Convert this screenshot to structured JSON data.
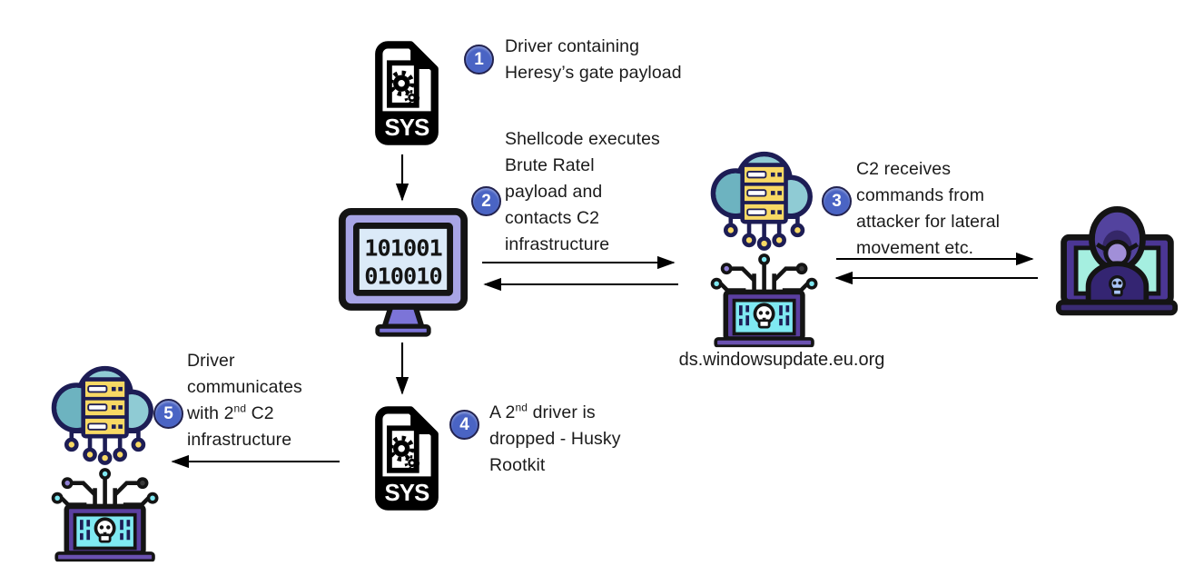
{
  "steps": {
    "step1": {
      "number": "1",
      "lines": [
        "Driver containing",
        "Heresy’s gate payload"
      ]
    },
    "step2": {
      "number": "2",
      "lines": [
        "Shellcode executes",
        "Brute Ratel",
        "payload and",
        "contacts C2",
        "infrastructure"
      ]
    },
    "step3": {
      "number": "3",
      "lines": [
        "C2 receives",
        "commands from",
        "attacker for lateral",
        "movement etc."
      ]
    },
    "step4": {
      "number": "4",
      "line1": {
        "pre": "A 2",
        "sup": "nd",
        "post": " driver is"
      },
      "lines": [
        "dropped - Husky",
        "Rootkit"
      ]
    },
    "step5": {
      "number": "5",
      "lines_before": [
        "Driver",
        "communicates"
      ],
      "line3": {
        "pre": "with 2",
        "sup": "nd",
        "post": " C2"
      },
      "lines_after": [
        "infrastructure"
      ]
    }
  },
  "c2_server": {
    "domain": "ds.windowsupdate.eu.org"
  },
  "icons": {
    "sys_file_label": "SYS",
    "monitor_code": [
      "101001",
      "010010"
    ],
    "names": {
      "sys_file": "sys-driver-file-icon",
      "infected_host": "binary-code-monitor-icon",
      "c2_infrastructure": "cloud-server-skull-laptop-icon",
      "attacker": "hooded-attacker-laptop-icon"
    }
  },
  "colors": {
    "badge_fill": "#4a64c4",
    "badge_border": "#23234f",
    "cloud": "#8fcbd4",
    "cloud_shadow": "#6db3c0",
    "server_rack": "#f8d964",
    "laptop_frame": "#5b3fa0",
    "laptop_screen": "#7fe9f2",
    "monitor_frame": "#a8a5e6",
    "monitor_screen": "#dbeaf8",
    "monitor_stand": "#7c74d8",
    "attacker_hood": "#53439e",
    "attacker_body": "#342572",
    "attacker_screen": "#a5efe0",
    "skull_emblem": "#a9c4f5",
    "outline": "#141414",
    "arrow": "#000000"
  }
}
